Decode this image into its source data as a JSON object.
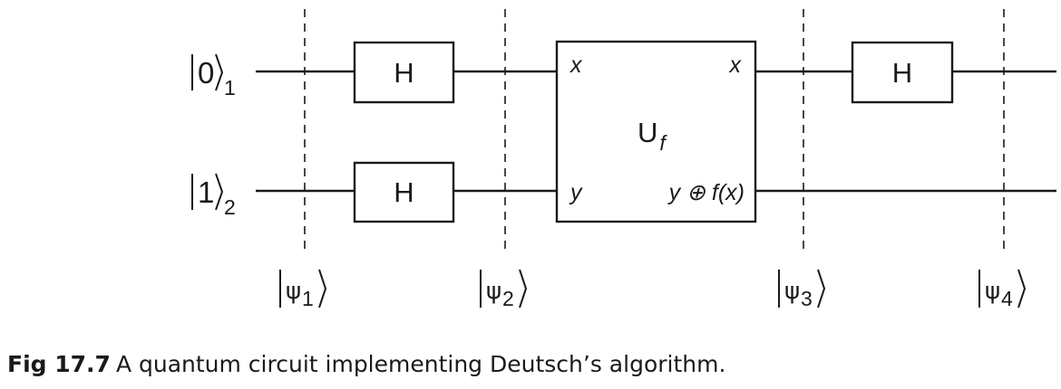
{
  "inputs": [
    {
      "ket": "0",
      "sub": "1"
    },
    {
      "ket": "1",
      "sub": "2"
    }
  ],
  "gates": {
    "hadamard": "H"
  },
  "oracle": {
    "label": "U",
    "label_sub": "f",
    "in_top": "x",
    "in_bottom": "y",
    "out_top": "x",
    "out_bottom": "y ⊕ f(x)"
  },
  "states": [
    {
      "symbol": "ψ",
      "sub": "1"
    },
    {
      "symbol": "ψ",
      "sub": "2"
    },
    {
      "symbol": "ψ",
      "sub": "3"
    },
    {
      "symbol": "ψ",
      "sub": "4"
    }
  ],
  "caption": {
    "label": "Fig 17.7",
    "text": "A quantum circuit implementing Deutsch’s algorithm."
  }
}
